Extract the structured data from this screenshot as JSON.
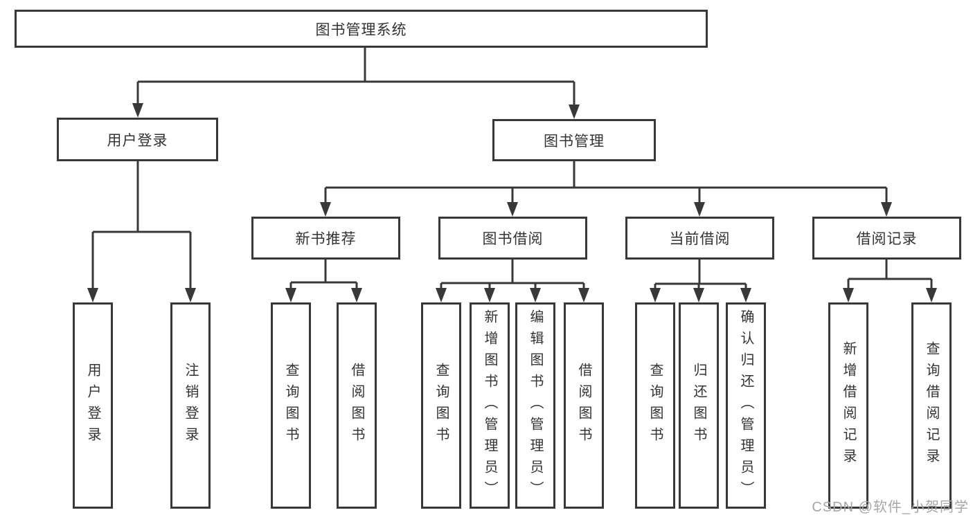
{
  "tree": {
    "root": {
      "label": "图书管理系统",
      "children": [
        {
          "label": "用户登录",
          "children": [
            {
              "label": "用户登录"
            },
            {
              "label": "注销登录"
            }
          ]
        },
        {
          "label": "图书管理",
          "children": [
            {
              "label": "新书推荐",
              "children": [
                {
                  "label": "查询图书"
                },
                {
                  "label": "借阅图书"
                }
              ]
            },
            {
              "label": "图书借阅",
              "children": [
                {
                  "label": "查询图书"
                },
                {
                  "label": "新增图书（管理员）"
                },
                {
                  "label": "编辑图书（管理员）"
                },
                {
                  "label": "借阅图书"
                }
              ]
            },
            {
              "label": "当前借阅",
              "children": [
                {
                  "label": "查询图书"
                },
                {
                  "label": "归还图书"
                },
                {
                  "label": "确认归还（管理员）"
                }
              ]
            },
            {
              "label": "借阅记录",
              "children": [
                {
                  "label": "新增借阅记录"
                },
                {
                  "label": "查询借阅记录"
                }
              ]
            }
          ]
        }
      ]
    }
  },
  "colors": {
    "line": "#383838",
    "text": "#333333",
    "watermark": "#a6a6a6"
  },
  "watermark": "CSDN @软件_小贺同学"
}
